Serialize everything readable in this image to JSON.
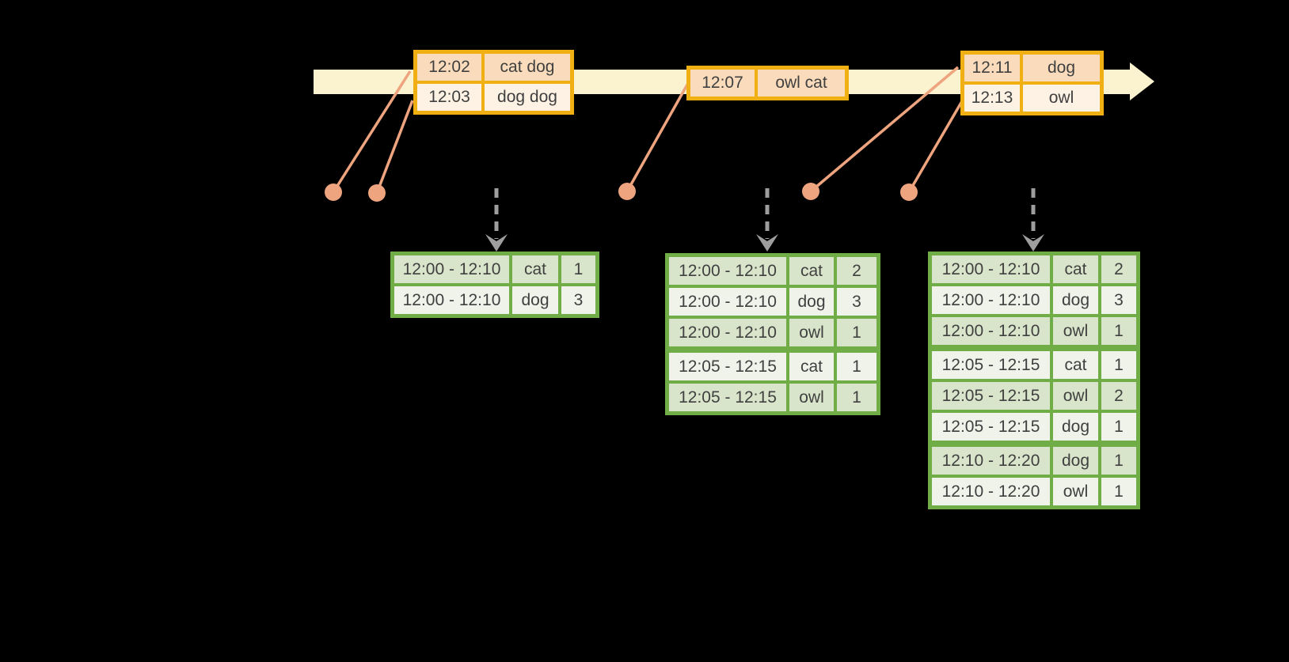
{
  "diagram": {
    "description": "Streaming windowed word-count timeline with event records and result tables after each trigger",
    "colors": {
      "background": "#000000",
      "timeline_band": "#FBF2CF",
      "event_border": "#F0AF13",
      "event_row_dark": "#FADCBC",
      "event_row_light": "#FDF2E3",
      "event_marker": "#EEA47E",
      "result_border": "#70AD47",
      "result_row_dark": "#D9E5CB",
      "result_row_light": "#EFF3EA",
      "trigger_arrow": "#9E9E9E",
      "text": "#404040"
    }
  },
  "timeline": {
    "events": [
      {
        "rows": [
          {
            "time": "12:02",
            "words": "cat dog"
          },
          {
            "time": "12:03",
            "words": "dog dog"
          }
        ]
      },
      {
        "rows": [
          {
            "time": "12:07",
            "words": "owl cat"
          }
        ]
      },
      {
        "rows": [
          {
            "time": "12:11",
            "words": "dog"
          },
          {
            "time": "12:13",
            "words": "owl"
          }
        ]
      }
    ]
  },
  "result_tables": [
    {
      "rows": [
        [
          "12:00 - 12:10",
          "cat",
          "1"
        ],
        [
          "12:00 - 12:10",
          "dog",
          "3"
        ]
      ]
    },
    {
      "rows": [
        [
          "12:00 - 12:10",
          "cat",
          "2"
        ],
        [
          "12:00 - 12:10",
          "dog",
          "3"
        ],
        [
          "12:00 - 12:10",
          "owl",
          "1"
        ],
        [
          "12:05 - 12:15",
          "cat",
          "1"
        ],
        [
          "12:05 - 12:15",
          "owl",
          "1"
        ]
      ]
    },
    {
      "rows": [
        [
          "12:00 - 12:10",
          "cat",
          "2"
        ],
        [
          "12:00 - 12:10",
          "dog",
          "3"
        ],
        [
          "12:00 - 12:10",
          "owl",
          "1"
        ],
        [
          "12:05 - 12:15",
          "cat",
          "1"
        ],
        [
          "12:05 - 12:15",
          "owl",
          "2"
        ],
        [
          "12:05 - 12:15",
          "dog",
          "1"
        ],
        [
          "12:10 - 12:20",
          "dog",
          "1"
        ],
        [
          "12:10 - 12:20",
          "owl",
          "1"
        ]
      ]
    }
  ]
}
